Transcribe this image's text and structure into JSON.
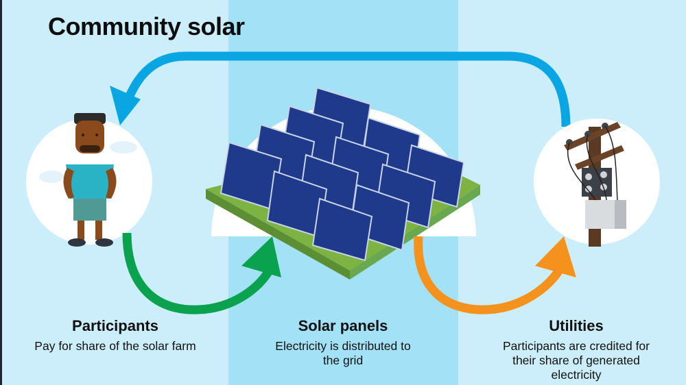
{
  "title": "Community solar",
  "colors": {
    "band_light": "#cbeefa",
    "band_mid": "#a3e1f7",
    "arrow_blue": "#0aa6e3",
    "arrow_green": "#0aa24f",
    "arrow_orange": "#f5921e",
    "panel_blue": "#1f3a8a",
    "ground_green": "#6aa84f"
  },
  "steps": [
    {
      "heading": "Participants",
      "description": "Pay for share of the solar farm",
      "icon": "person-icon"
    },
    {
      "heading": "Solar panels",
      "description": "Electricity is distributed to the grid",
      "icon": "solar-panels-icon"
    },
    {
      "heading": "Utilities",
      "description": "Participants are credited for their share of generated electricity",
      "icon": "utility-pole-icon"
    }
  ],
  "arrows": [
    {
      "from": "Participants",
      "to": "Solar panels",
      "color": "green"
    },
    {
      "from": "Solar panels",
      "to": "Utilities",
      "color": "orange"
    },
    {
      "from": "Utilities",
      "to": "Participants",
      "color": "blue"
    }
  ]
}
